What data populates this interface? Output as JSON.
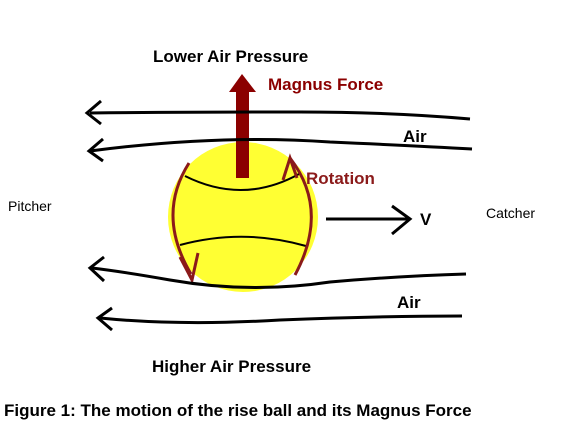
{
  "labels": {
    "lower_pressure": "Lower Air Pressure",
    "magnus_force": "Magnus Force",
    "air_top": "Air",
    "rotation": "Rotation",
    "pitcher": "Pitcher",
    "catcher": "Catcher",
    "velocity": "V",
    "air_bottom": "Air",
    "higher_pressure": "Higher Air Pressure",
    "caption": "Figure 1: The motion of the rise ball and its Magnus Force"
  },
  "colors": {
    "ball": "#ffff33",
    "force": "#8b0000",
    "rotation": "#8b1a1a",
    "airflow": "#000000",
    "text": "#000000"
  }
}
